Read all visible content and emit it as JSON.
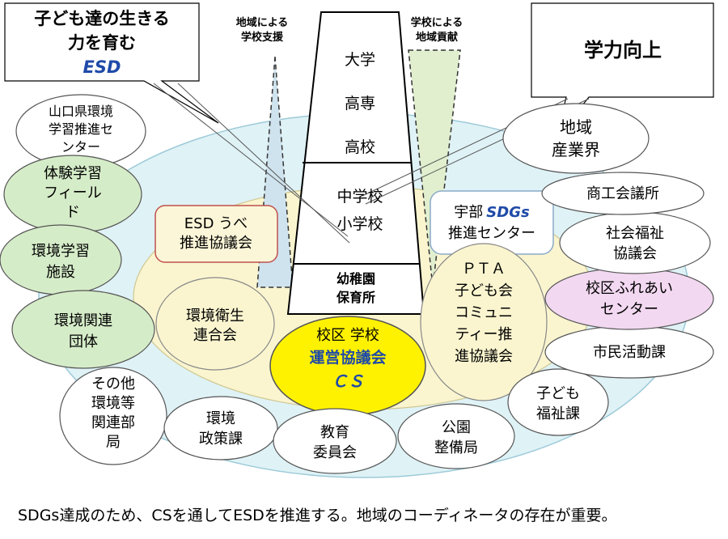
{
  "callouts": {
    "esd": {
      "line1": "子ども達の生きる",
      "line2": "力を育む",
      "line3": "ESD"
    },
    "academic": {
      "label": "学力向上"
    }
  },
  "wedges": {
    "left": {
      "line1": "地域による",
      "line2": "学校支援"
    },
    "right": {
      "line1": "学校による",
      "line2": "地域貢献"
    }
  },
  "tower": {
    "university": "大学",
    "college": "高専",
    "highschool": "高校",
    "juniorhigh": "中学校",
    "elementary": "小学校",
    "kinder1": "幼稚園",
    "kinder2": "保育所"
  },
  "inner": {
    "esd_ube": {
      "line1": "ESD うべ",
      "line2": "推進協議会"
    },
    "sdgs": {
      "line1a": "宇部",
      "line1b": "SDGs",
      "line2": "推進センター"
    },
    "hygiene": {
      "line1": "環境衛生",
      "line2": "連合会"
    },
    "pta": {
      "line1": "ＰＴＡ",
      "line2": "子ども会",
      "line3": "コミュニ",
      "line4": "ティー推",
      "line5": "進協議会"
    },
    "cs": {
      "line1": "校区 学校",
      "line2": "運営協議会",
      "line3": "ＣＳ"
    }
  },
  "outer": {
    "yamaguchi": {
      "line1": "山口県環境",
      "line2": "学習推進セ",
      "line3": "ンター"
    },
    "experience": {
      "line1": "体験学習",
      "line2": "フィール",
      "line3": "ド"
    },
    "facility": {
      "line1": "環境学習",
      "line2": "施設"
    },
    "groups": {
      "line1": "環境関連",
      "line2": "団体"
    },
    "other": {
      "line1": "その他",
      "line2": "環境等",
      "line3": "関連部",
      "line4": "局"
    },
    "policy": {
      "line1": "環境",
      "line2": "政策課"
    },
    "education": {
      "line1": "教育",
      "line2": "委員会"
    },
    "parks": {
      "line1": "公園",
      "line2": "整備局"
    },
    "welfare_child": {
      "line1": "子ども",
      "line2": "福祉課"
    },
    "civic": {
      "line1": "市民活動課"
    },
    "community": {
      "line1": "校区ふれあい",
      "line2": "センター"
    },
    "social_welfare": {
      "line1": "社会福祉",
      "line2": "協議会"
    },
    "chamber": {
      "line1": "商工会議所"
    },
    "industry": {
      "line1": "地域",
      "line2": "産業界"
    }
  },
  "caption": "SDGs達成のため、CSを通してESDを推進する。地域のコーディネータの存在が重要。",
  "colors": {
    "outer_ellipse": "#dff2f6",
    "inner_ellipse": "#faf5cf",
    "green_bubble": "#d5ecc8",
    "cs_fill": "#fff200",
    "pink_bubble": "#f2d8f0",
    "wedge_left": "#cfe3ee",
    "wedge_right": "#e1efcf",
    "sdgs_blue": "#1f4aa8"
  }
}
